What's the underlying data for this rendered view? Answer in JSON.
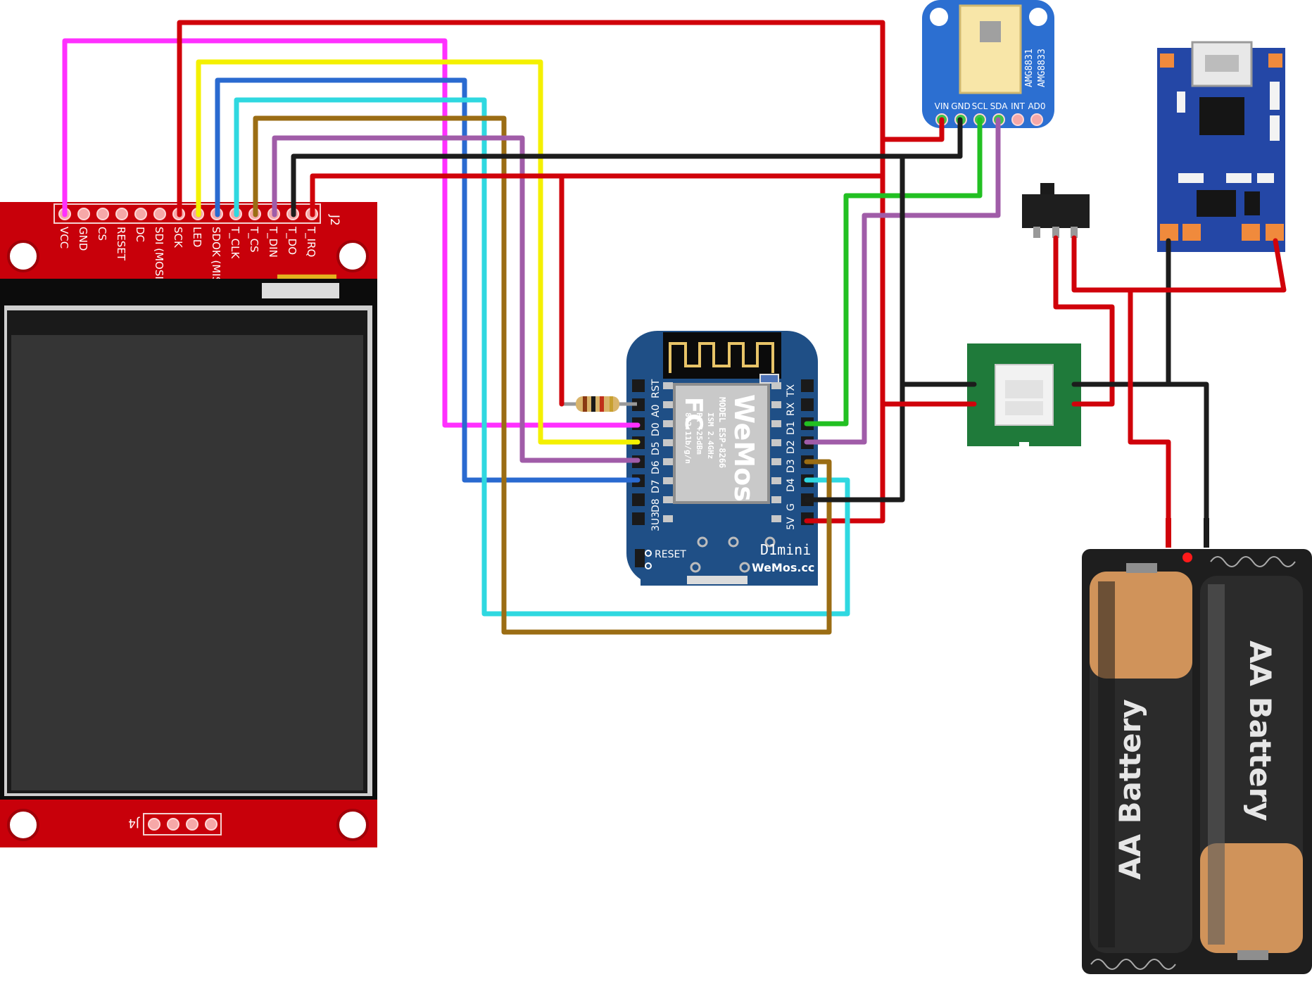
{
  "colors": {
    "tft_board": "#c8000a",
    "tft_screen": "#353535",
    "wemos_board": "#1f4f86",
    "sensor_board": "#2c6fd1",
    "charger_board": "#2447a6",
    "connector_board": "#1f7a3a",
    "wire_red": "#d0020a",
    "wire_black": "#1c1c1c",
    "wire_magenta": "#ff30ff",
    "wire_yellow": "#f4f000",
    "wire_blue": "#2a6ad0",
    "wire_cyan": "#2fd8e0",
    "wire_brown": "#9b6d14",
    "wire_purple": "#a05ca8",
    "wire_green": "#22c022",
    "battery_copper": "#d0935a",
    "battery_dark": "#2b2b2b"
  },
  "tft": {
    "header_label": "J2",
    "footer_label": "J4",
    "pins": [
      "VCC",
      "GND",
      "CS",
      "RESET",
      "DC",
      "SDI (MOSI)",
      "SCK",
      "LED",
      "SDOK (MISO)",
      "T_CLK",
      "T_CS",
      "T_DIN",
      "T_DO",
      "T_IRQ"
    ]
  },
  "wemos": {
    "left_pins": [
      "RST",
      "A0",
      "D0",
      "D5",
      "D6",
      "D7",
      "D8",
      "3U3"
    ],
    "right_pins": [
      "TX",
      "RX",
      "D1",
      "D2",
      "D3",
      "D4",
      "G",
      "5V"
    ],
    "module_lines": [
      "MODEL ESP-8266",
      "ISM 2.4GHz",
      "PA +25dBm",
      "802.11b/g/n"
    ],
    "module_logo_fc": "FC",
    "module_logo_brand": "WeMos",
    "reset_label": "RESET",
    "model_label": "D1mini",
    "site_label": "WeMos.cc"
  },
  "sensor": {
    "pins": [
      "VIN",
      "GND",
      "SCL",
      "SDA",
      "INT",
      "AD0"
    ],
    "model_lines": [
      "AMG8831",
      "AMG8833"
    ]
  },
  "battery": {
    "labels": [
      "AA Battery",
      "AA Battery"
    ]
  }
}
